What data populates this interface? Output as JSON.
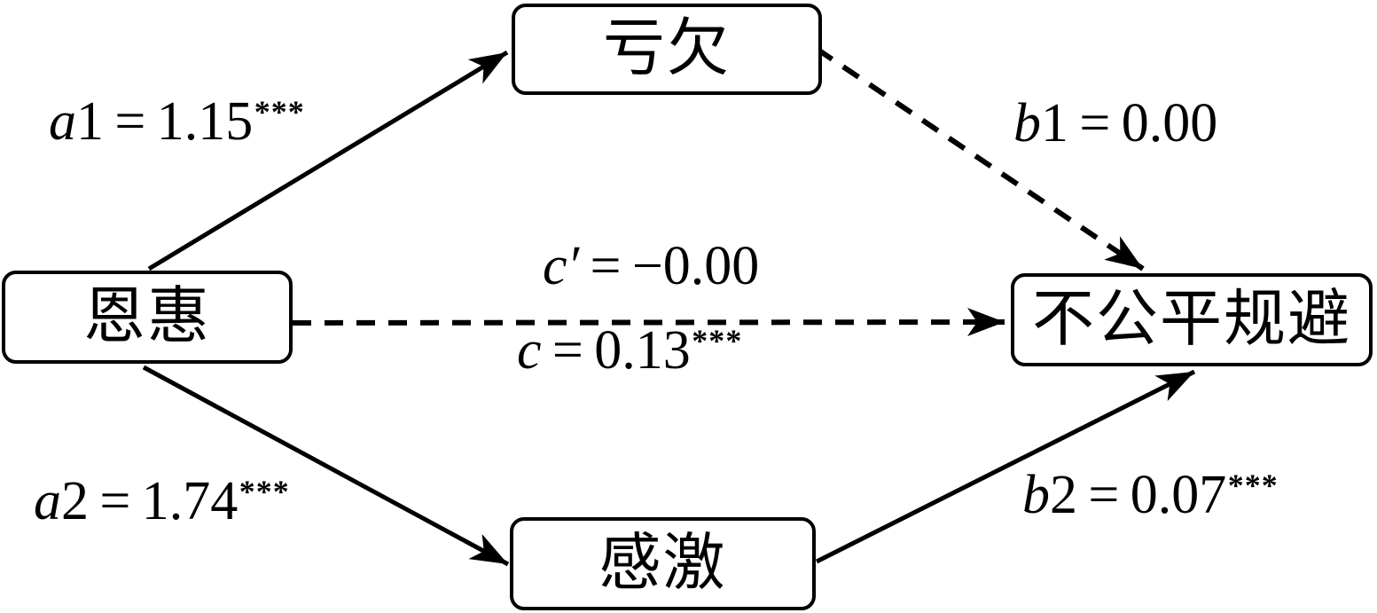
{
  "figure": {
    "type": "mediation-path-diagram",
    "colors": {
      "background": "#ffffff",
      "line": "#000000",
      "box_fill": "#ffffff",
      "text": "#000000"
    },
    "nodes": {
      "favor": {
        "label": "恩惠"
      },
      "indebtedness": {
        "label": "亏欠"
      },
      "gratitude": {
        "label": "感激"
      },
      "outcome": {
        "label": "不公平规避"
      }
    },
    "paths": {
      "a1": {
        "name_italic": "a",
        "name_roman": "1",
        "equals": "=",
        "value": "1.15",
        "stars": "***"
      },
      "b1": {
        "name_italic": "b",
        "name_roman": "1",
        "equals": "=",
        "value": "0.00",
        "stars": ""
      },
      "cprime": {
        "name_italic": "c′",
        "name_roman": "",
        "equals": "=",
        "value": "−0.00",
        "stars": ""
      },
      "c": {
        "name_italic": "c",
        "name_roman": "",
        "equals": "=",
        "value": "0.13",
        "stars": "***"
      },
      "a2": {
        "name_italic": "a",
        "name_roman": "2",
        "equals": "=",
        "value": "1.74",
        "stars": "***"
      },
      "b2": {
        "name_italic": "b",
        "name_roman": "2",
        "equals": "=",
        "value": "0.07",
        "stars": "***"
      }
    }
  }
}
